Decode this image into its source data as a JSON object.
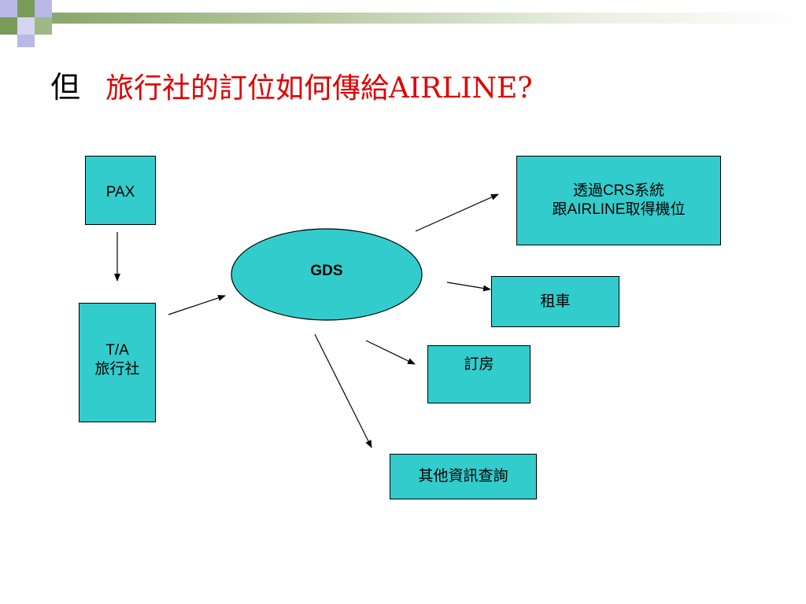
{
  "title": {
    "bullet": "但",
    "text": "旅行社的訂位如何傳給AIRLINE?"
  },
  "nodes": {
    "pax": {
      "lines": [
        "PAX"
      ]
    },
    "ta": {
      "lines": [
        "T/A",
        "旅行社"
      ]
    },
    "gds": {
      "label": "GDS"
    },
    "crs": {
      "lines": [
        "透過CRS系統",
        "跟AIRLINE取得機位"
      ]
    },
    "car": {
      "lines": [
        "租車"
      ]
    },
    "hotel": {
      "lines": [
        "訂房"
      ]
    },
    "other": {
      "lines": [
        "其他資訊查詢"
      ]
    }
  },
  "edges": [
    {
      "from": "pax",
      "to": "ta"
    },
    {
      "from": "ta",
      "to": "gds"
    },
    {
      "from": "gds",
      "to": "crs"
    },
    {
      "from": "gds",
      "to": "car"
    },
    {
      "from": "gds",
      "to": "hotel"
    },
    {
      "from": "gds",
      "to": "other"
    }
  ],
  "colors": {
    "node_fill": "#33cccc",
    "title_accent": "#e00000",
    "bar_start": "#8aa66a",
    "bar_mid": "#b8c9a2",
    "squares_green": "#7a9a5a",
    "squares_lavender": "#b9b9e6"
  }
}
